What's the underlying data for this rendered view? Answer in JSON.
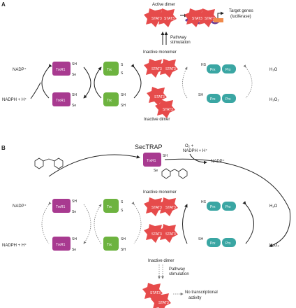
{
  "panelA": {
    "letter": "A",
    "active_dimer": "Active dimer",
    "target_genes": "Target genes",
    "luciferase": "(luciferase)",
    "pathway": "Pathway",
    "stimulation": "stimulation",
    "inactive_monomer": "Inactive monomer",
    "inactive_dimer": "Inactive dimer",
    "nadp": "NADP⁺",
    "nadph": "NADPH + H⁺",
    "h2o": "H₂O",
    "h2o2": "H₂O₂"
  },
  "panelB": {
    "letter": "B",
    "sectrap": "SecTRAP",
    "o2_1": "O₂ +",
    "o2_2": "NADPH + H⁺",
    "nadp_right": "NADP⁺",
    "inactive_monomer": "Inactive monomer",
    "inactive_dimer": "Inactive dimer",
    "pathway": "Pathway",
    "stimulation": "stimulation",
    "no_activity_1": "No transcriptional",
    "no_activity_2": "activity",
    "nadp": "NADP⁺",
    "nadph": "NADPH + H⁺",
    "h2o": "H₂O",
    "h2o2": "H₂O₂"
  },
  "labels": {
    "trxr1": "TrxR1",
    "trx": "Trx",
    "prx": "Prx",
    "stat3": "STAT3",
    "sh": "SH",
    "se": "Se",
    "s": "S",
    "hs": "HS",
    "sh_small": "SH"
  },
  "colors": {
    "trxr1": "#a83a90",
    "trx": "#6db33f",
    "prx": "#3aa6a3",
    "stat3": "#e64b4b",
    "dna": "#6a3d9a",
    "gene": "#f08a4b"
  }
}
